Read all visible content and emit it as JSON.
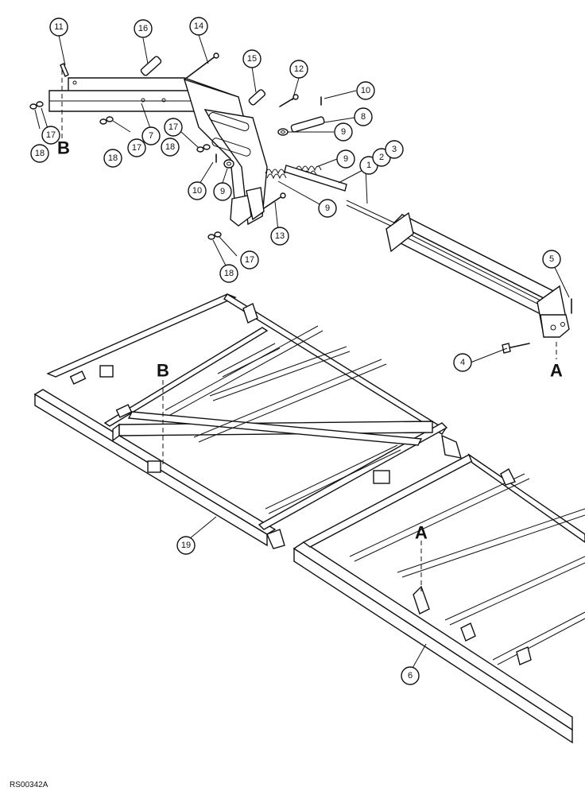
{
  "diagram": {
    "callouts": [
      {
        "id": "11",
        "label": "11"
      },
      {
        "id": "16",
        "label": "16"
      },
      {
        "id": "14",
        "label": "14"
      },
      {
        "id": "15",
        "label": "15"
      },
      {
        "id": "12",
        "label": "12"
      },
      {
        "id": "10a",
        "label": "10"
      },
      {
        "id": "8",
        "label": "8"
      },
      {
        "id": "9a",
        "label": "9"
      },
      {
        "id": "9b",
        "label": "9"
      },
      {
        "id": "1",
        "label": "1"
      },
      {
        "id": "2",
        "label": "2"
      },
      {
        "id": "3",
        "label": "3"
      },
      {
        "id": "17a",
        "label": "17"
      },
      {
        "id": "18a",
        "label": "18"
      },
      {
        "id": "7",
        "label": "7"
      },
      {
        "id": "17b",
        "label": "17"
      },
      {
        "id": "18b",
        "label": "18"
      },
      {
        "id": "17c",
        "label": "17"
      },
      {
        "id": "18c",
        "label": "18"
      },
      {
        "id": "10b",
        "label": "10"
      },
      {
        "id": "9c",
        "label": "9"
      },
      {
        "id": "9d",
        "label": "9"
      },
      {
        "id": "13",
        "label": "13"
      },
      {
        "id": "17d",
        "label": "17"
      },
      {
        "id": "18d",
        "label": "18"
      },
      {
        "id": "5",
        "label": "5"
      },
      {
        "id": "4",
        "label": "4"
      },
      {
        "id": "19",
        "label": "19"
      },
      {
        "id": "6",
        "label": "6"
      }
    ],
    "letters": {
      "b_top": "B",
      "a_top": "A",
      "b_frame": "B",
      "a_frame": "A"
    },
    "image_code": "RS00342A"
  }
}
